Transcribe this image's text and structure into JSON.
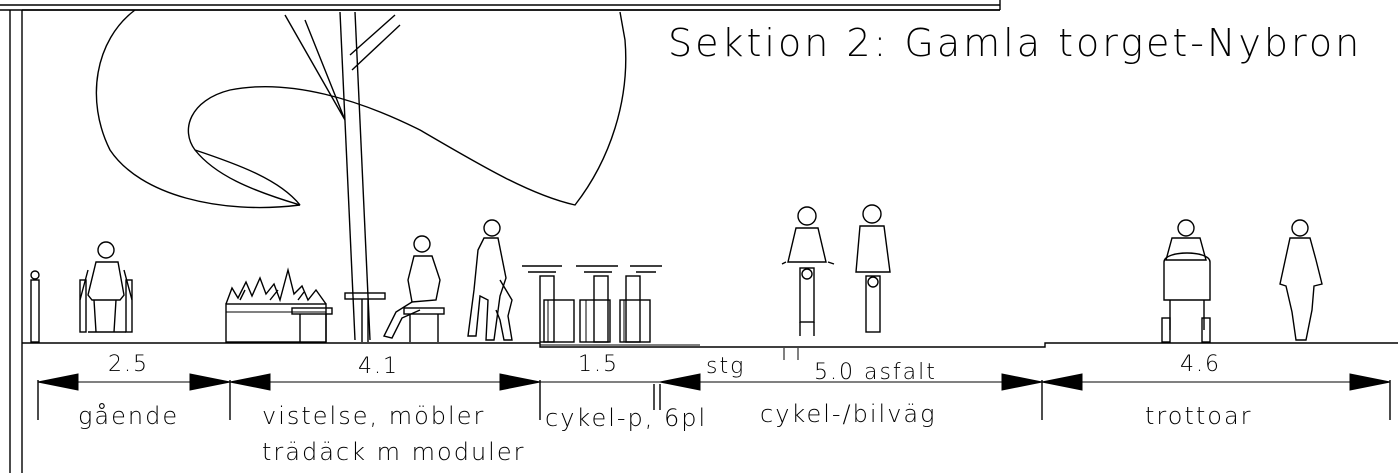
{
  "title": "Sektion 2: Gamla torget-Nybron",
  "dimensions": {
    "d1": "2.5",
    "d2": "4.1",
    "d3": "1.5",
    "stg": "stg",
    "d4": "5.0 asfalt",
    "d5": "4.6"
  },
  "zones": {
    "gaende": "gående",
    "vistelse_line1": "vistelse, möbler",
    "vistelse_line2": "trädäck m moduler",
    "cykel_p": "cykel-p, 6pl",
    "cykel_bilvag": "cykel-/bilväg",
    "trottoar": "trottoar"
  }
}
